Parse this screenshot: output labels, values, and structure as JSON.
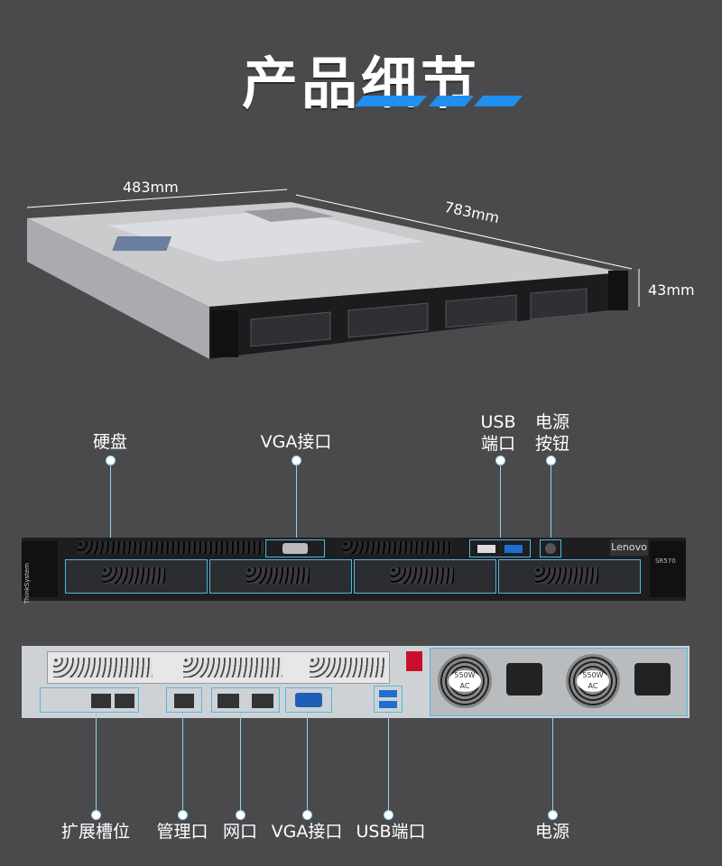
{
  "title": "产品细节",
  "dimensions": {
    "width": "483mm",
    "depth": "783mm",
    "height": "43mm"
  },
  "server": {
    "brand_badge": "ThinkSystem",
    "logo": "Lenovo",
    "model": "SR570"
  },
  "front_labels": {
    "drives": "硬盘",
    "vga": "VGA接口",
    "usb_line1": "USB",
    "usb_line2": "端口",
    "power_line1": "电源",
    "power_line2": "按钮"
  },
  "psu": {
    "rating": "550W",
    "type": "AC"
  },
  "rear_labels": {
    "expansion": "扩展槽位",
    "management": "管理口",
    "network": "网口",
    "vga": "VGA接口",
    "usb": "USB端口",
    "power": "电源"
  },
  "colors": {
    "background": "#4a4a4d",
    "accent": "#1f8ff0",
    "callout": "#8fd4ec"
  }
}
